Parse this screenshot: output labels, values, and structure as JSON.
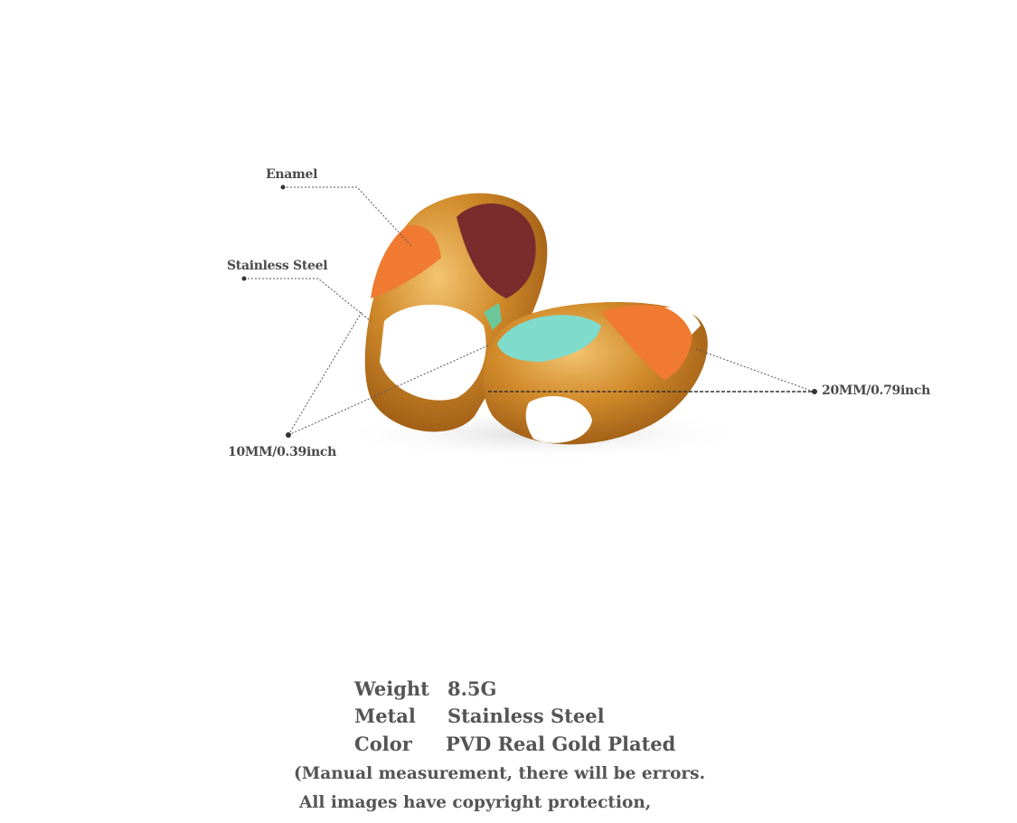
{
  "callouts": {
    "enamel": "Enamel",
    "stainless_steel": "Stainless Steel",
    "width": "10MM/0.39inch",
    "length": "20MM/0.79inch"
  },
  "specs": [
    {
      "label": "Weight",
      "value": "8.5G"
    },
    {
      "label": "Metal",
      "value": "Stainless Steel"
    },
    {
      "label": "Color",
      "value": "PVD Real Gold Plated"
    }
  ],
  "notes": [
    "(Manual measurement, there will be errors.",
    "All images have copyright protection,"
  ],
  "colors": {
    "gold": "#c8862a",
    "orange_enamel": "#ef7a30",
    "burgundy_enamel": "#7a2c2c",
    "turquoise_enamel": "#7fdccc",
    "white_enamel": "#ffffff",
    "text": "#555555"
  }
}
